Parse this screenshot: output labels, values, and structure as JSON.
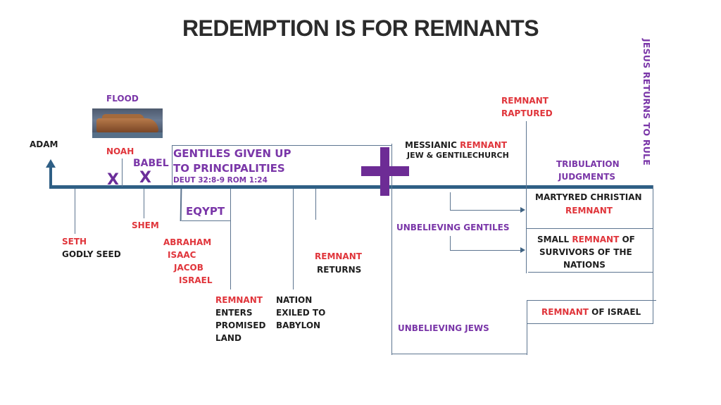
{
  "title": "REDEMPTION IS FOR REMNANTS",
  "colors": {
    "timeline": "#2f5f85",
    "red": "#e0353b",
    "purple": "#7a36a8",
    "black": "#1e1e1e",
    "cross": "#6d2c95"
  },
  "top": {
    "adam": "ADAM",
    "flood": "FLOOD",
    "ark_icon": "ark-image",
    "noah": "NOAH",
    "babel": "BABEL",
    "x1": "X",
    "x2": "X",
    "gentiles_line1": "GENTILES GIVEN UP",
    "gentiles_line2": "TO  PRINCIPALITIES",
    "gentiles_ref": "DEUT 32:8-9 ROM 1:24",
    "messianic_black": "MESSIANIC ",
    "messianic_red": "REMNANT",
    "messianic_sub": "JEW & GENTILECHURCH",
    "raptured_line1": "REMNANT",
    "raptured_line2": "RAPTURED",
    "tribulation_line1": "TRIBULATION",
    "tribulation_line2": "JUDGMENTS",
    "jesus_returns": "JESUS RETURNS TO RULE"
  },
  "bottom": {
    "seth": "SETH",
    "godly_seed": "GODLY SEED",
    "shem": "SHEM",
    "egypt": "EQYPT",
    "patriarchs": [
      "ABRAHAM",
      "ISAAC",
      "JACOB",
      "ISRAEL"
    ],
    "promised_red": "REMNANT",
    "promised_lines": [
      "ENTERS",
      "PROMISED",
      "LAND"
    ],
    "exile_lines": [
      "NATION",
      "EXILED TO",
      "BABYLON"
    ],
    "returns_red": "REMNANT",
    "returns_black": "RETURNS",
    "unbelieving_gentiles": "UNBELIEVING GENTILES",
    "unbelieving_jews": "UNBELIEVING JEWS",
    "martyred_black": "MARTYRED CHRISTIAN",
    "martyred_red": "REMNANT",
    "small_black1": "SMALL ",
    "small_red": "REMNANT",
    "small_black2": " OF",
    "small_line2": "SURVIVORS OF THE",
    "small_line3": "NATIONS",
    "israel_red": "REMNANT",
    "israel_black": " OF ISRAEL"
  }
}
